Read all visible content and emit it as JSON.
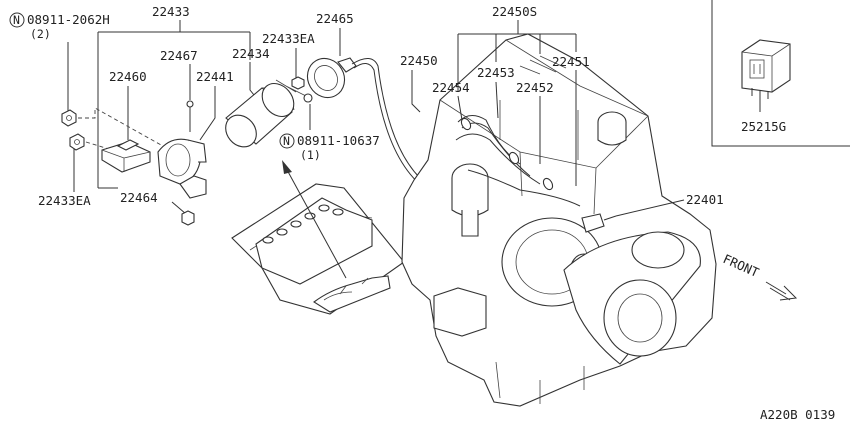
{
  "callouts": {
    "p22433": "22433",
    "p08911_2062h": "08911-2062H",
    "p08911_2062h_qty": "(2)",
    "p22465": "22465",
    "p22450s": "22450S",
    "p22433ea_top": "22433EA",
    "p22467": "22467",
    "p22434": "22434",
    "p22460": "22460",
    "p22441": "22441",
    "p22450": "22450",
    "p22453": "22453",
    "p22451": "22451",
    "p22454": "22454",
    "p22452": "22452",
    "p08911_10637": "08911-10637",
    "p08911_10637_qty": "(1)",
    "p22433ea_bottom": "22433EA",
    "p22464": "22464",
    "p22401": "22401",
    "p25215g": "25215G"
  },
  "marks": {
    "nut_symbol": "N"
  },
  "direction": {
    "front_label": "FRONT"
  },
  "figure_code": "A220B 0139"
}
